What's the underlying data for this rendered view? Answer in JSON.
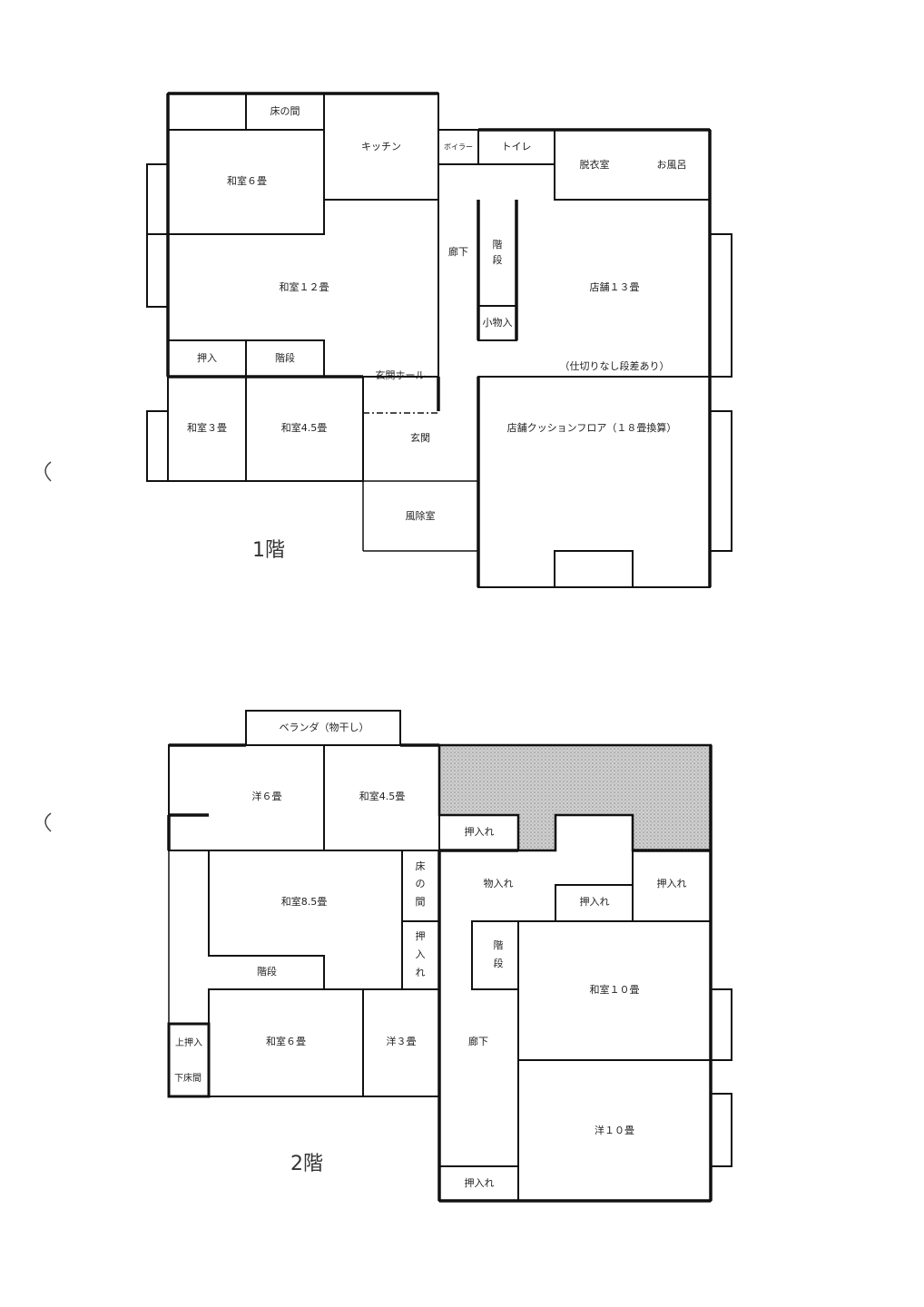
{
  "floor1": {
    "title": "1階",
    "rooms": {
      "tokonoma": "床の間",
      "kitchen": "キッチン",
      "boiler": "ボイラー",
      "toilet": "トイレ",
      "dressing": "脱衣室",
      "bath": "お風呂",
      "washitsu6": "和室６畳",
      "washitsu12": "和室１２畳",
      "corridor": "廊下",
      "stairs_v1": "階",
      "stairs_v2": "段",
      "storage_small": "小物入",
      "shop13": "店舗１３畳",
      "oshiire": "押入",
      "stairs": "階段",
      "entrance_hall": "玄関ホール",
      "partition_note": "（仕切りなし段差あり）",
      "washitsu3": "和室３畳",
      "washitsu45": "和室4.5畳",
      "entrance": "玄関",
      "windbreak": "風除室",
      "shop_cushion": "店舗クッションフロア（１８畳換算）"
    }
  },
  "floor2": {
    "title": "2階",
    "rooms": {
      "veranda": "ベランダ（物干し）",
      "yo6": "洋６畳",
      "washitsu45": "和室4.5畳",
      "oshiire_a": "押入れ",
      "washitsu85": "和室8.5畳",
      "tokonoma": [
        "床",
        "の",
        "間"
      ],
      "oshiire_v": [
        "押",
        "入",
        "れ"
      ],
      "stairs_left": "階段",
      "monoire": "物入れ",
      "oshiire_b": "押入れ",
      "oshiire_c": "押入れ",
      "stairs_v": [
        "階",
        "段"
      ],
      "washitsu10": "和室１０畳",
      "corridor": "廊下",
      "washitsu6": "和室６畳",
      "yo3": "洋３畳",
      "upper_oshiire": "上押入",
      "lower_tokonoma": "下床間",
      "yo10": "洋１０畳",
      "oshiire_d": "押入れ"
    }
  },
  "colors": {
    "wall": "#111111",
    "shaded": "#bdbdbd"
  }
}
